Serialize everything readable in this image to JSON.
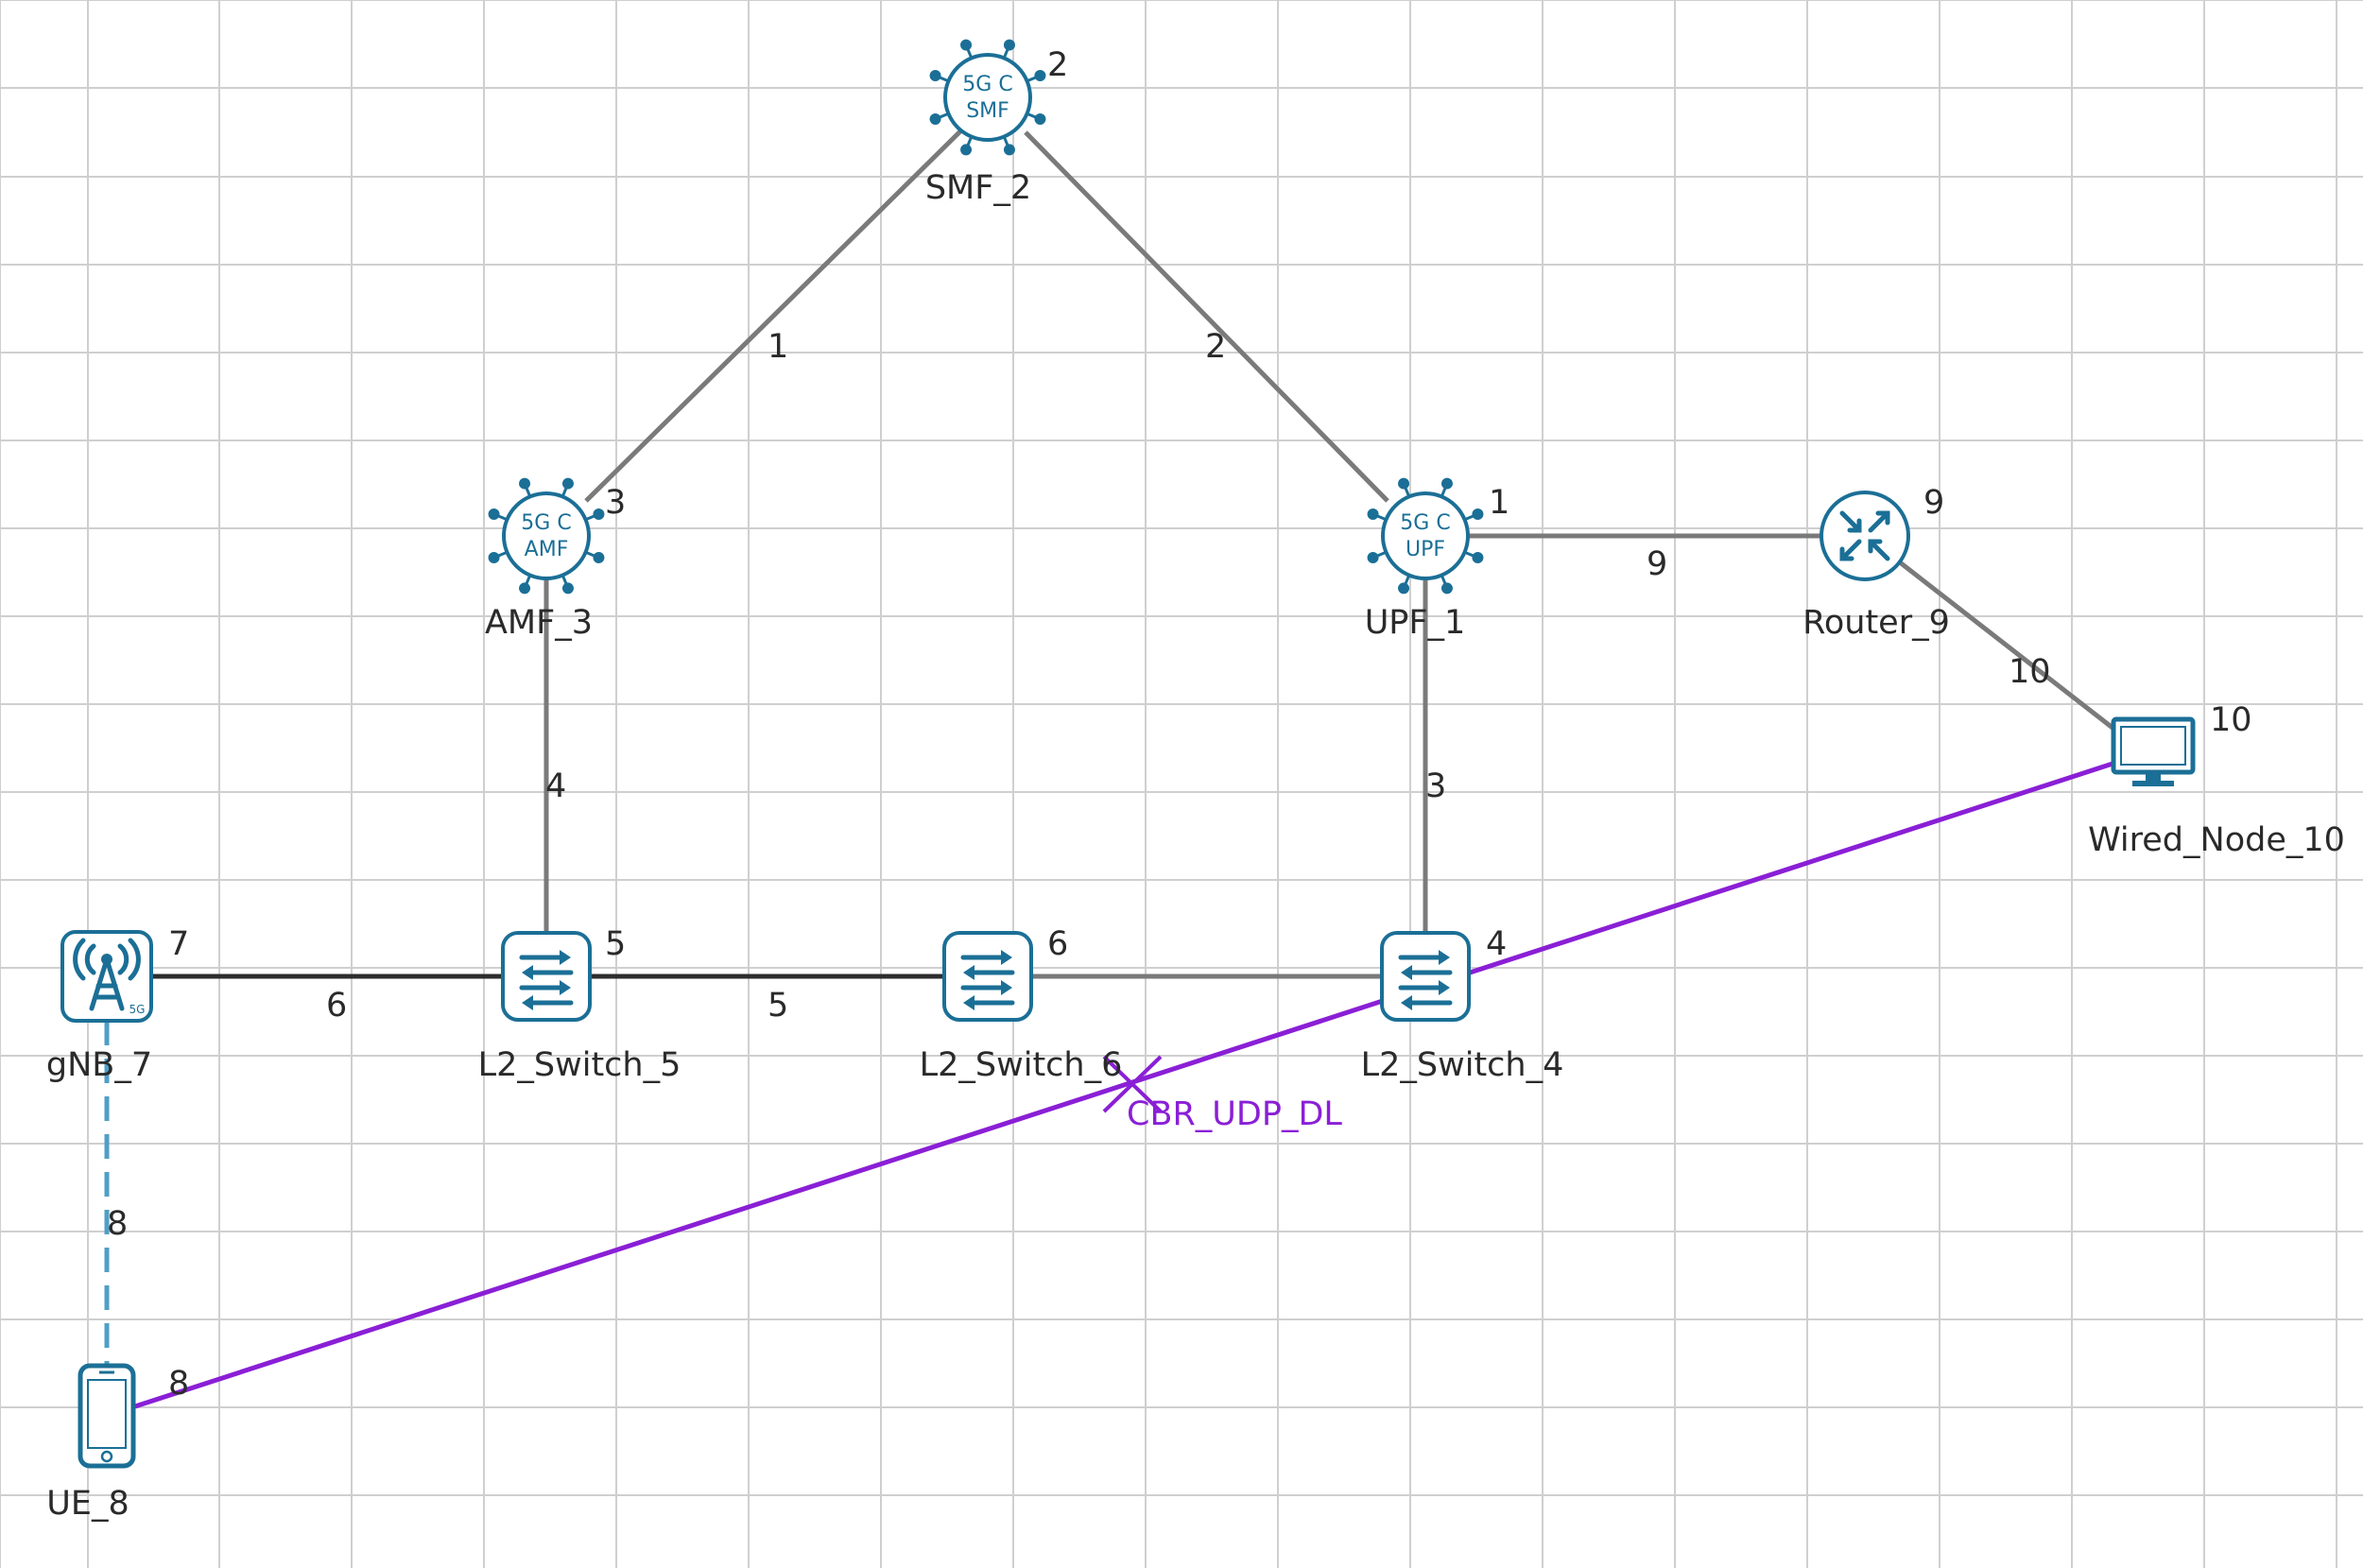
{
  "colors": {
    "grid": "#cfcfcf",
    "link": "#7a7a7a",
    "link_dark": "#2d2d2d",
    "wireless": "#4f9fc7",
    "app_flow": "#8a1fd6",
    "icon": "#1b6f96"
  },
  "nodes": {
    "smf": {
      "name": "SMF_2",
      "id": "2",
      "icon": "5g-core-smf-icon",
      "line1": "5G C",
      "line2": "SMF"
    },
    "amf": {
      "name": "AMF_3",
      "id": "3",
      "icon": "5g-core-amf-icon",
      "line1": "5G C",
      "line2": "AMF"
    },
    "upf": {
      "name": "UPF_1",
      "id": "1",
      "icon": "5g-core-upf-icon",
      "line1": "5G C",
      "line2": "UPF"
    },
    "router": {
      "name": "Router_9",
      "id": "9",
      "icon": "router-icon"
    },
    "wired": {
      "name": "Wired_Node_10",
      "id": "10",
      "icon": "desktop-computer-icon"
    },
    "gnb": {
      "name": "gNB_7",
      "id": "7",
      "icon": "cell-tower-icon",
      "badge": "5G"
    },
    "sw5": {
      "name": "L2_Switch_5",
      "id": "5",
      "icon": "switch-icon"
    },
    "sw6": {
      "name": "L2_Switch_6",
      "id": "6",
      "icon": "switch-icon"
    },
    "sw4": {
      "name": "L2_Switch_4",
      "id": "4",
      "icon": "switch-icon"
    },
    "ue": {
      "name": "UE_8",
      "id": "8",
      "icon": "smartphone-icon"
    }
  },
  "links": [
    {
      "id": "1",
      "from": "AMF_3",
      "to": "SMF_2"
    },
    {
      "id": "2",
      "from": "SMF_2",
      "to": "UPF_1"
    },
    {
      "id": "3",
      "from": "UPF_1",
      "to": "L2_Switch_4"
    },
    {
      "id": "4",
      "from": "AMF_3",
      "to": "L2_Switch_5"
    },
    {
      "id": "5",
      "from": "L2_Switch_5",
      "to": "L2_Switch_6"
    },
    {
      "id": "6",
      "from": "gNB_7",
      "to": "L2_Switch_5"
    },
    {
      "id": "8",
      "from": "gNB_7",
      "to": "UE_8",
      "type": "wireless"
    },
    {
      "id": "9",
      "from": "UPF_1",
      "to": "Router_9"
    },
    {
      "id": "10",
      "from": "Router_9",
      "to": "Wired_Node_10"
    }
  ],
  "application": {
    "name": "CBR_UDP_DL",
    "from": "Wired_Node_10",
    "to": "UE_8"
  }
}
